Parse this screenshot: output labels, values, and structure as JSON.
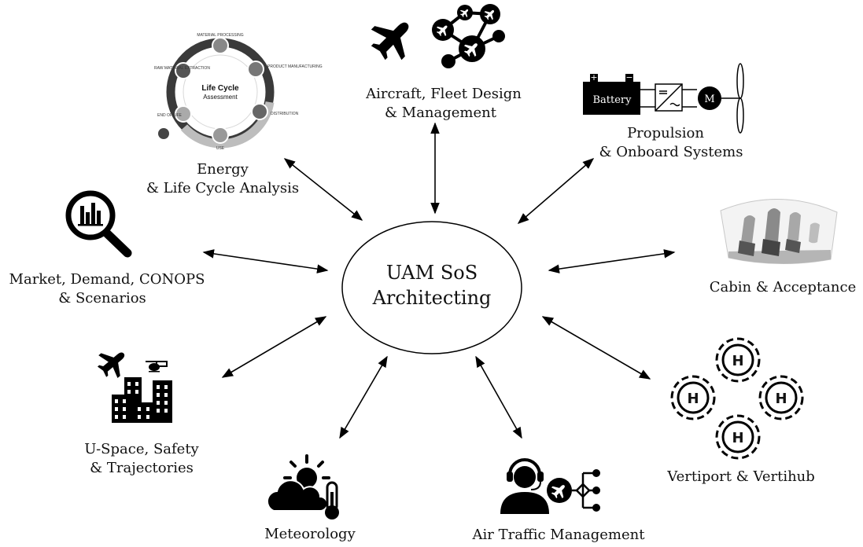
{
  "center": {
    "line1": "UAM SoS",
    "line2": "Architecting"
  },
  "nodes": {
    "energy": {
      "line1": "Energy",
      "line2": "& Life Cycle Analysis"
    },
    "aircraft": {
      "line1": "Aircraft, Fleet Design",
      "line2": "& Management"
    },
    "propulsion": {
      "line1": "Propulsion",
      "line2": "& Onboard Systems"
    },
    "market": {
      "line1": "Market, Demand, CONOPS",
      "line2": "& Scenarios"
    },
    "cabin": {
      "line1": "Cabin & Acceptance"
    },
    "uspace": {
      "line1": "U-Space, Safety",
      "line2": "& Trajectories"
    },
    "vertiport": {
      "line1": "Vertiport & Vertihub"
    },
    "meteorology": {
      "line1": "Meteorology"
    },
    "atm": {
      "line1": "Air Traffic Management"
    }
  },
  "icons": {
    "lca": {
      "title": "Life Cycle",
      "subtitle": "Assessment",
      "stages": [
        "MATERIAL PROCESSING",
        "PRODUCT MANUFACTURING",
        "DISTRIBUTION",
        "USE",
        "END OF LIFE",
        "RAW MATERIAL EXTRACTION"
      ]
    },
    "battery": {
      "label": "Battery",
      "plus": "+",
      "minus": "−",
      "motor": "M"
    },
    "helipad_letter": "H"
  }
}
